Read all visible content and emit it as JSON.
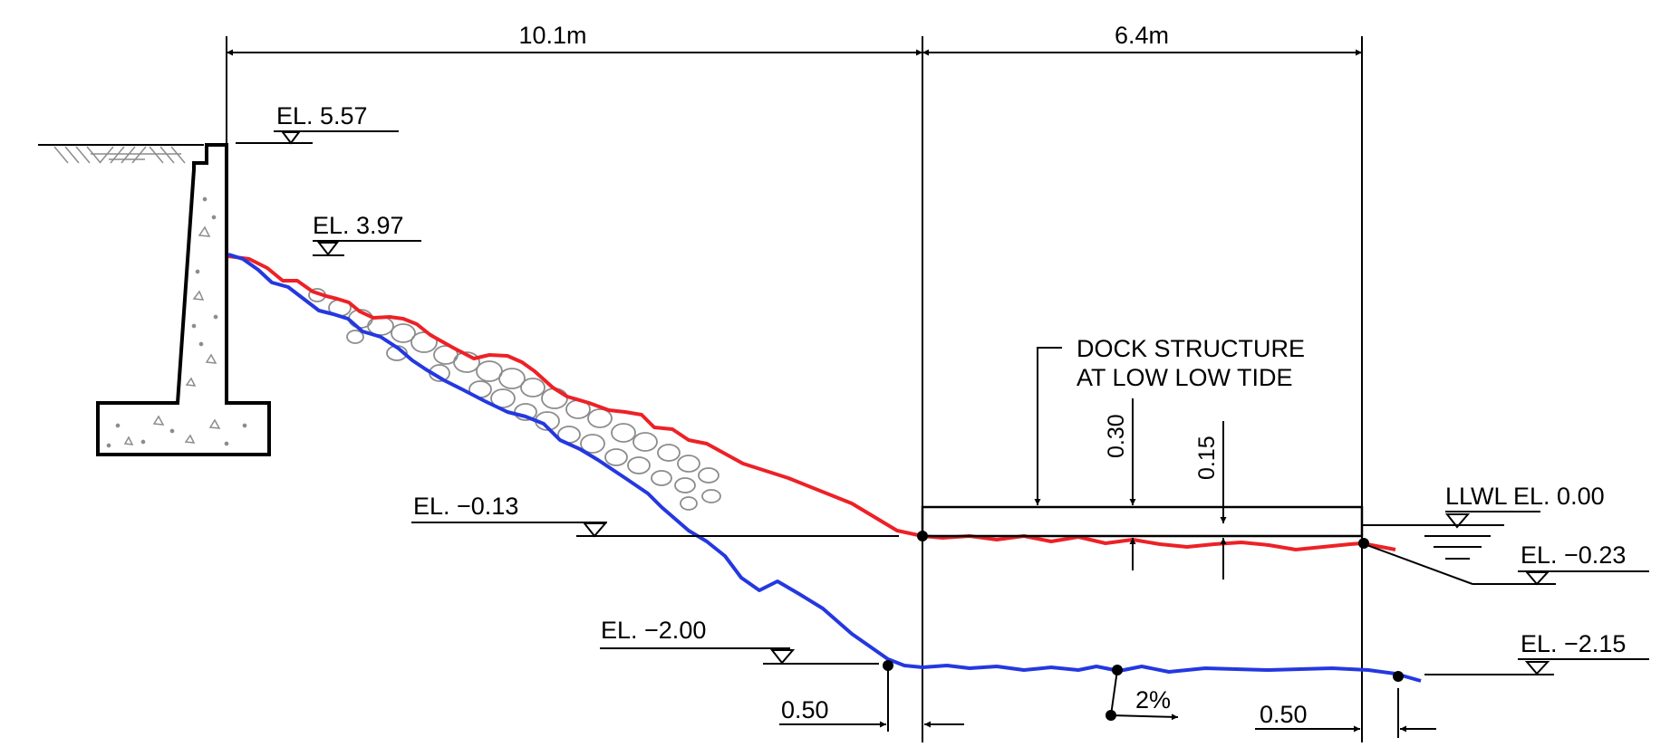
{
  "dimensions": {
    "top_left": "10.1m",
    "top_right": "6.4m",
    "bottom_left_offset": "0.50",
    "bottom_right_offset": "0.50",
    "dock_depth": "0.30",
    "dock_top_offset": "0.15",
    "slope": "2%"
  },
  "elevations": {
    "wall_top": "EL. 5.57",
    "upper_slope": "EL. 3.97",
    "mid_slope": "EL. −0.13",
    "toe": "EL. −2.00",
    "llwl": "LLWL EL. 0.00",
    "dock_bottom": "EL. −0.23",
    "seabed": "EL. −2.15"
  },
  "callout": {
    "line1": "DOCK STRUCTURE",
    "line2": "AT LOW LOW TIDE"
  },
  "colors": {
    "linework": "#000000",
    "existing_profile": "#ed2126",
    "proposed_profile": "#2438e0",
    "riprap": "#8c8c8c",
    "concrete_hatch": "#8c8c8c"
  }
}
